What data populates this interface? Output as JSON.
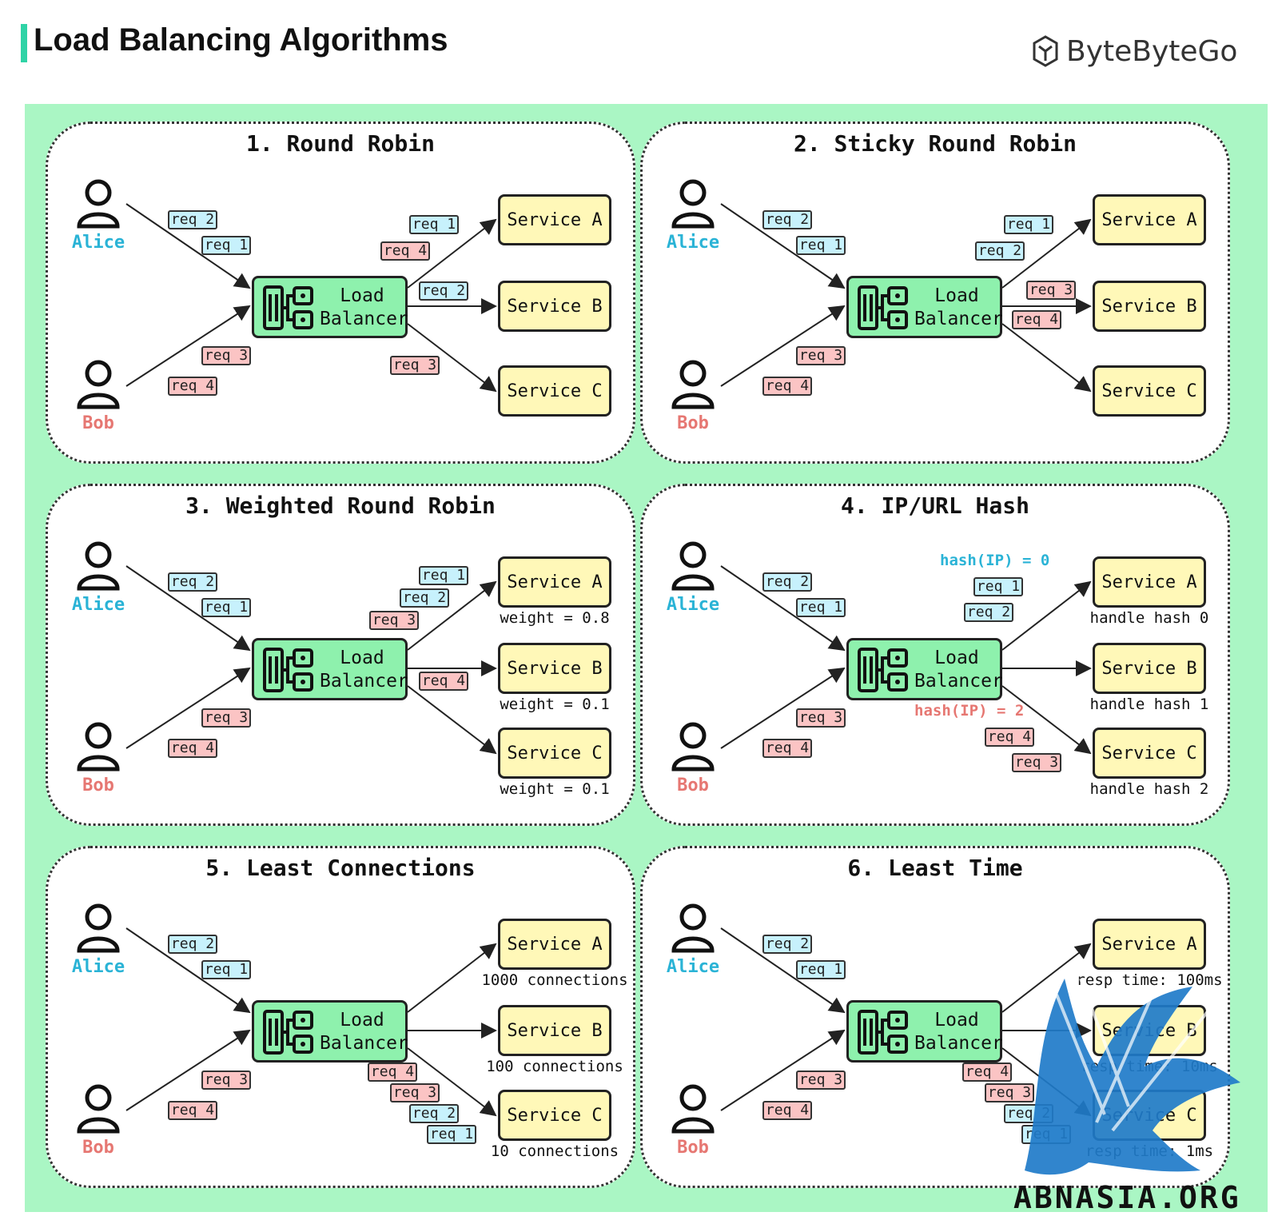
{
  "header": {
    "title": "Load Balancing Algorithms",
    "brand": "ByteByteGo"
  },
  "watermark": {
    "text": "ABNASIA.ORG"
  },
  "icons": {
    "user": "user-icon",
    "server": "server-icon",
    "brand": "bytebytego-logo-icon",
    "watermark": "griffin-watermark-icon"
  },
  "colors": {
    "background_green": "#aaf6c4",
    "load_balancer": "#8ef1ad",
    "service": "#fff8b8",
    "alice": "#2ab3d6",
    "bob": "#e67772",
    "req_blue": "#c7f1fc",
    "req_red": "#fbc4c4",
    "accent": "#2fd3a6"
  },
  "lb_label": [
    "Load",
    "Balancer"
  ],
  "panels": [
    {
      "title": "1. Round Robin",
      "alice": "Alice",
      "bob": "Bob",
      "services": [
        "Service A",
        "Service B",
        "Service C"
      ],
      "notes": [],
      "hashes": [],
      "reqs": [
        "req 2",
        "req 1",
        "req 3",
        "req 4",
        "req 1",
        "req 4",
        "req 2",
        "req 3"
      ]
    },
    {
      "title": "2. Sticky Round Robin",
      "alice": "Alice",
      "bob": "Bob",
      "services": [
        "Service A",
        "Service B",
        "Service C"
      ],
      "notes": [],
      "hashes": [],
      "reqs": [
        "req 2",
        "req 1",
        "req 3",
        "req 4",
        "req 1",
        "req 2",
        "req 3",
        "req 4"
      ]
    },
    {
      "title": "3. Weighted Round Robin",
      "alice": "Alice",
      "bob": "Bob",
      "services": [
        "Service A",
        "Service B",
        "Service C"
      ],
      "notes": [
        "weight = 0.8",
        "weight = 0.1",
        "weight = 0.1"
      ],
      "hashes": [],
      "reqs": [
        "req 2",
        "req 1",
        "req 3",
        "req 4",
        "req 1",
        "req 2",
        "req 3",
        "req 4"
      ]
    },
    {
      "title": "4. IP/URL Hash",
      "alice": "Alice",
      "bob": "Bob",
      "services": [
        "Service A",
        "Service B",
        "Service C"
      ],
      "notes": [
        "handle hash 0",
        "handle hash 1",
        "handle hash 2"
      ],
      "hashes": [
        "hash(IP) = 0",
        "hash(IP) = 2"
      ],
      "reqs": [
        "req 2",
        "req 1",
        "req 3",
        "req 4",
        "req 1",
        "req 2",
        "req 4",
        "req 3"
      ]
    },
    {
      "title": "5. Least Connections",
      "alice": "Alice",
      "bob": "Bob",
      "services": [
        "Service A",
        "Service B",
        "Service C"
      ],
      "notes": [
        "1000 connections",
        "100 connections",
        "10 connections"
      ],
      "hashes": [],
      "reqs": [
        "req 2",
        "req 1",
        "req 3",
        "req 4",
        "req 4",
        "req 3",
        "req 2",
        "req 1"
      ]
    },
    {
      "title": "6. Least Time",
      "alice": "Alice",
      "bob": "Bob",
      "services": [
        "Service A",
        "Service B",
        "Service C"
      ],
      "notes": [
        "resp time: 100ms",
        "resp time: 10ms",
        "resp time: 1ms"
      ],
      "hashes": [],
      "reqs": [
        "req 2",
        "req 1",
        "req 3",
        "req 4",
        "req 4",
        "req 3",
        "req 2",
        "req 1"
      ]
    }
  ]
}
